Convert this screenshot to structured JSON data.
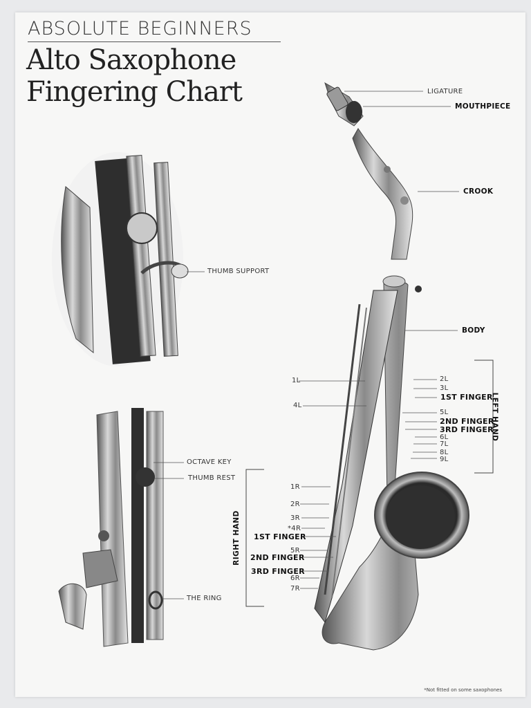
{
  "header": {
    "kicker": "ABSOLUTE BEGINNERS",
    "title_line1": "Alto Saxophone",
    "title_line2": "Fingering Chart"
  },
  "labels": {
    "ligature": "LIGATURE",
    "mouthpiece": "MOUTHPIECE",
    "crook": "CROOK",
    "thumb_support": "THUMB SUPPORT",
    "body": "BODY",
    "octave_key": "OCTAVE KEY",
    "thumb_rest": "THUMB REST",
    "the_ring": "THE RING"
  },
  "left_hand": {
    "group_label": "LEFT HAND",
    "keys": [
      "1L",
      "2L",
      "3L",
      "1ST FINGER",
      "4L",
      "5L",
      "2ND FINGER",
      "3RD FINGER",
      "6L",
      "7L",
      "8L",
      "9L"
    ]
  },
  "right_hand": {
    "group_label": "RIGHT HAND",
    "keys": [
      "1R",
      "2R",
      "3R",
      "*4R",
      "1ST FINGER",
      "5R",
      "2ND FINGER",
      "3RD FINGER",
      "6R",
      "7R"
    ]
  },
  "footnote": "*Not fitted on some saxophones"
}
